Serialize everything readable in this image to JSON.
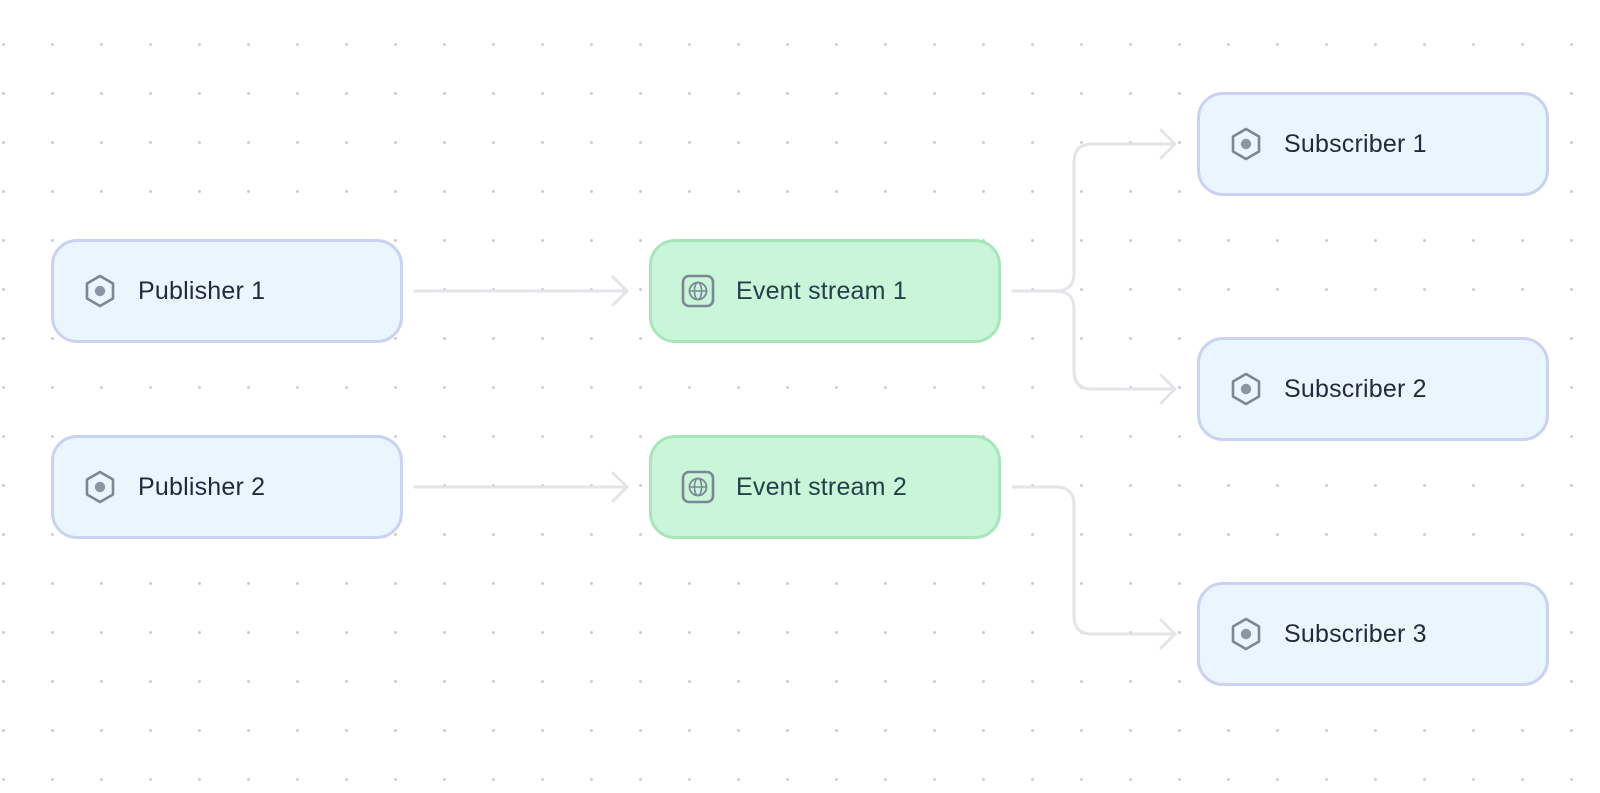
{
  "diagram": {
    "nodes": [
      {
        "id": "publisher-1",
        "kind": "publisher",
        "label": "Publisher 1",
        "icon": "hexagon-icon"
      },
      {
        "id": "publisher-2",
        "kind": "publisher",
        "label": "Publisher 2",
        "icon": "hexagon-icon"
      },
      {
        "id": "event-stream-1",
        "kind": "event-stream",
        "label": "Event stream 1",
        "icon": "globe-icon"
      },
      {
        "id": "event-stream-2",
        "kind": "event-stream",
        "label": "Event stream 2",
        "icon": "globe-icon"
      },
      {
        "id": "subscriber-1",
        "kind": "subscriber",
        "label": "Subscriber 1",
        "icon": "hexagon-icon"
      },
      {
        "id": "subscriber-2",
        "kind": "subscriber",
        "label": "Subscriber 2",
        "icon": "hexagon-icon"
      },
      {
        "id": "subscriber-3",
        "kind": "subscriber",
        "label": "Subscriber 3",
        "icon": "hexagon-icon"
      }
    ],
    "edges": [
      {
        "from": "publisher-1",
        "to": "event-stream-1"
      },
      {
        "from": "publisher-2",
        "to": "event-stream-2"
      },
      {
        "from": "event-stream-1",
        "to": "subscriber-1"
      },
      {
        "from": "event-stream-1",
        "to": "subscriber-2"
      },
      {
        "from": "event-stream-2",
        "to": "subscriber-3"
      }
    ],
    "colors": {
      "service_fill": "#e9f6fd",
      "service_border": "#c9d1f4",
      "stream_fill": "#c9f6d8",
      "stream_border": "#a7e6bb",
      "edge": "#e3e5e8",
      "icon": "#7b8794"
    }
  }
}
